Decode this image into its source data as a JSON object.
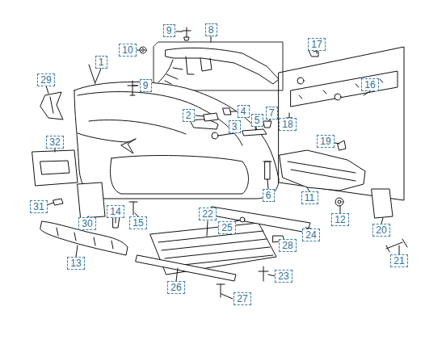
{
  "diagram": {
    "labels": [
      "9",
      "8",
      "10",
      "17",
      "29",
      "1",
      "9",
      "16",
      "2",
      "4",
      "3",
      "5",
      "7",
      "18",
      "19",
      "32",
      "6",
      "11",
      "12",
      "20",
      "31",
      "30",
      "14",
      "15",
      "22",
      "25",
      "24",
      "28",
      "13",
      "23",
      "21",
      "26",
      "27"
    ]
  }
}
